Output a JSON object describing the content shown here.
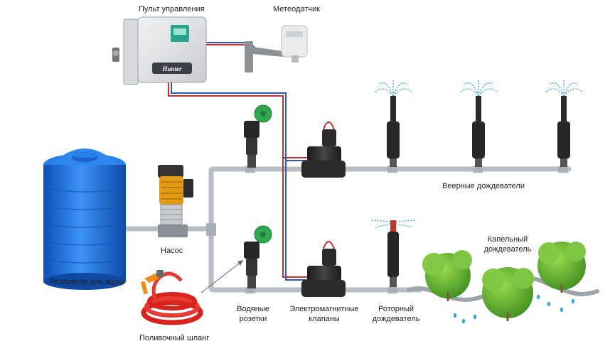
{
  "labels": {
    "controller": "Пульт управления",
    "weather_sensor": "Метеодатчик",
    "fan_sprinklers": "Веерные дождеватели",
    "pump": "Насос",
    "reservoir": "Резервуар для воды",
    "water_outlets_1": "Водяные",
    "water_outlets_2": "розетки",
    "solenoid_valves_1": "Электромагнитные",
    "solenoid_valves_2": "клапаны",
    "rotor_1": "Роторный",
    "rotor_2": "дождеватель",
    "drip_1": "Капельный",
    "drip_2": "дождеватель",
    "hose": "Поливочный шланг"
  },
  "controller_brand": "Hunter",
  "colors": {
    "pipe": "#b9bec4",
    "tank": "#1e73e6",
    "valve_body": "#2b2b2b",
    "outlet_cap": "#2fa84f",
    "coil_wire": "#d0302a",
    "wire_blue": "#2a56c8",
    "wire_red": "#d0302a",
    "water_spray": "#3aa6e8",
    "hose": "#d8231f",
    "pump_motor": "#e39a14",
    "tree": "#6fbf3a"
  }
}
